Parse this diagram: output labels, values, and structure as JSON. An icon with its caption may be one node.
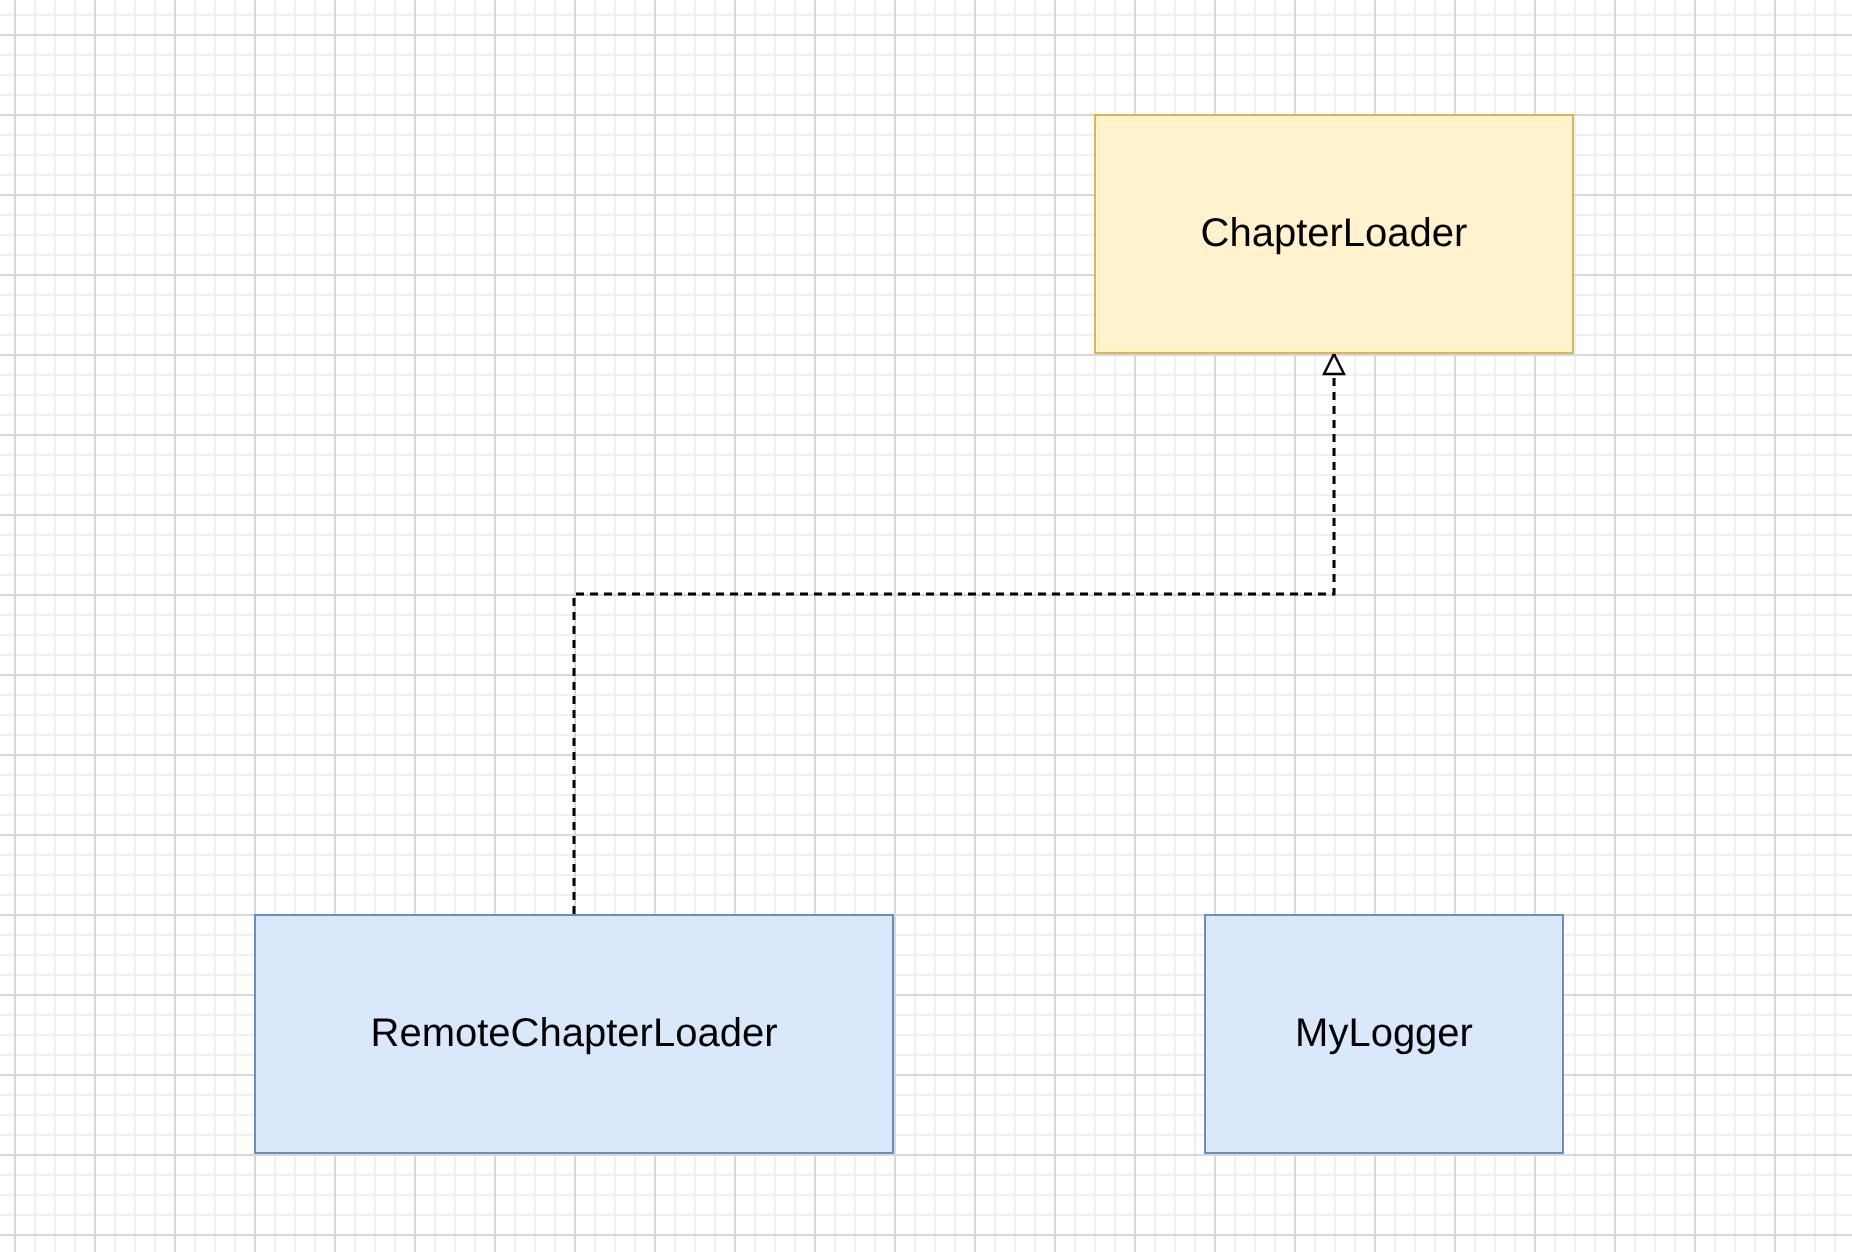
{
  "diagram": {
    "nodes": [
      {
        "text": [
          "ChapterLoader"
        ]
      },
      {
        "text": [
          "RemoteChapterLoader"
        ]
      },
      {
        "text": [
          "MyLogger"
        ]
      }
    ],
    "edges": [
      {
        "from": 1,
        "to": 0,
        "arrow": "to",
        "style": "dashed"
      }
    ]
  }
}
